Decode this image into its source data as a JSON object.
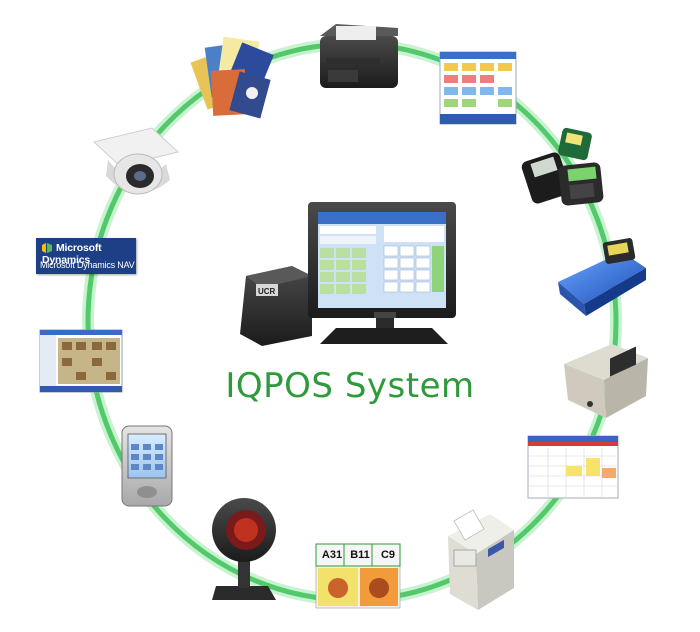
{
  "title": "IQPOS System",
  "microsoft_logo": {
    "brand": "Microsoft Dynamics",
    "product": "Microsoft Dynamics NAV"
  },
  "queue_display": {
    "numbers": [
      "A31",
      "B11",
      "C9"
    ]
  },
  "device_labels": {
    "printer_brand": "UCR"
  },
  "colors": {
    "ring": "#52c96b",
    "title": "#2f9a3c",
    "ms_blue": "#1d3f86"
  }
}
